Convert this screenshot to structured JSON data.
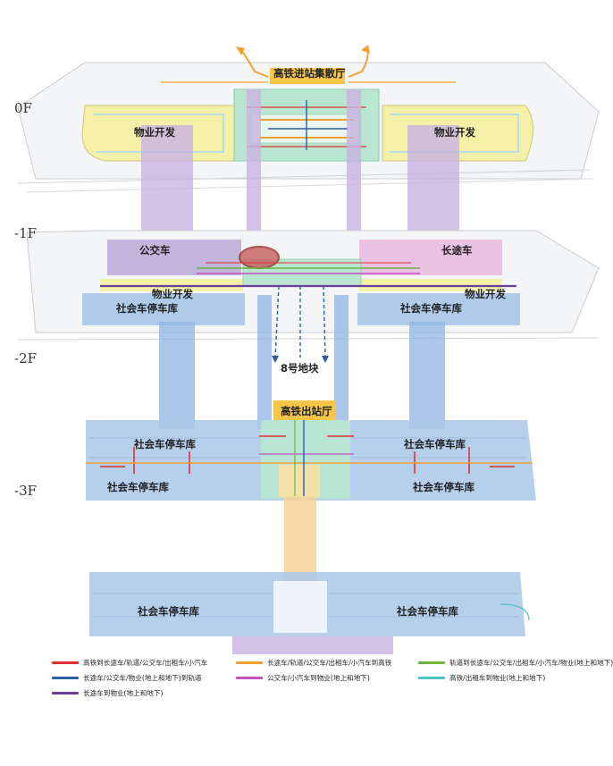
{
  "floors": {
    "f0": "0F",
    "f1": "-1F",
    "f2": "-2F",
    "f3": "-3F"
  },
  "labels": {
    "arrival_hall": "高铁进站集散厅",
    "property_left": "物业开发",
    "property_right": "物业开发",
    "bus": "公交车",
    "long_distance": "长途车",
    "property_b1_left": "物业开发",
    "property_b1_right": "物业开发",
    "parking_b1_left": "社会车停车库",
    "parking_b1_right": "社会车停车库",
    "plot8": "8号地块",
    "exit_hall": "高铁出站厅",
    "parking_b2_tl": "社会车停车库",
    "parking_b2_tr": "社会车停车库",
    "parking_b2_bl": "社会车停车库",
    "parking_b2_br": "社会车停车库",
    "parking_b3_left": "社会车停车库",
    "parking_b3_right": "社会车停车库"
  },
  "legend": [
    {
      "color": "#e03131",
      "text": "高铁到长途车/轨道/公交车/出租车/小汽车"
    },
    {
      "color": "#f0a030",
      "text": "长途车/轨道/公交车/出租车/小汽车到高铁"
    },
    {
      "color": "#6cb33f",
      "text": "轨道到长途车/公交车/出租车/小汽车/物业(地上和地下)"
    },
    {
      "color": "#2b5fa6",
      "text": "长途车/公交车/物业(地上和地下)到轨道"
    },
    {
      "color": "#c64fc0",
      "text": "公交车/小汽车到物业(地上和地下)"
    },
    {
      "color": "#4cc3c3",
      "text": "高铁/出租车到物业(地上和地下)"
    },
    {
      "color": "#6a3d9a",
      "text": "长途车到物业(地上和地下)"
    }
  ],
  "colors": {
    "property": "#f4f0a8",
    "parking": "#a9c7e8",
    "bus": "#b8a8d6",
    "long_distance": "#e8b8e0",
    "station": "#b8e6d0",
    "hall": "#f6c64a",
    "vertical_blue": "#8fb4e3",
    "vertical_purple": "#c9b3e3",
    "vertical_orange": "#f7d39a"
  }
}
